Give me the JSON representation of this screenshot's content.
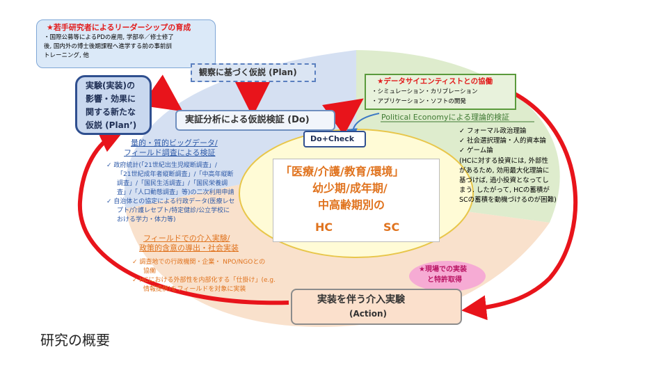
{
  "leadership": {
    "title": "★若手研究者によるリーダーシップの育成",
    "lines": [
      "・国際公募等によるPDの雇用, 学部卒／修士修了",
      "後, 国内外の博士後期課程へ進学する前の事前訓",
      "トレーニング, 他"
    ]
  },
  "plan_prime": {
    "lines": [
      "実験(実装)の",
      "影響・効果に",
      "関する新たな",
      "仮説 (Plan’)"
    ]
  },
  "plan": {
    "label": "観察に基づく仮説 (Plan)"
  },
  "do": {
    "label": "実証分析による仮説検証 (Do)"
  },
  "docheck": {
    "label": "Do+Check"
  },
  "data_scientist": {
    "title": "★データサイエンティストとの協働",
    "lines": [
      "・シミュレーション・カリブレーション",
      "・アプリケーション・ソフトの開発"
    ]
  },
  "political": {
    "title": "Political Economyによる理論的検証",
    "items": [
      "✓ フォーマル政治理論",
      "✓ 社会選択理論・人的資本論",
      "✓ ゲーム論"
    ],
    "note": [
      "(HCに対する投資には, 外部性",
      "があるため, 効用最大化理論に",
      "基づけば, 過小投資となってし",
      "まう. したがって, HCの蓄積が",
      "SCの蓄積を動機づけるのが困難)"
    ]
  },
  "bigdata": {
    "title_lines": [
      "量的・質的ビッグデータ/",
      "フィールド調査による検証"
    ],
    "lines": [
      "✓ 政府統計(「21世紀出生児縦断調査」/",
      "「21世紀成年者縦断調査」/「中高年縦断",
      "調査」/「国民生活調査」/「国民栄養調",
      "査」/「人口動態調査」等)の二次利用申請",
      "✓ 自治体との協定による行政データ(医療レセ",
      "プト/介護レセプト/特定健診/公立学校に",
      "おける学力・体力等)"
    ]
  },
  "center": {
    "lines": [
      "「医療/介護/教育/環境」",
      "幼少期/成年期/",
      "中高齢期別の"
    ],
    "hc": "HC",
    "sc": "SC"
  },
  "field": {
    "title_lines": [
      "フィールドでの介入実験/",
      "政策的含意の導出・社会実装"
    ],
    "lines": [
      "✓ 調査地での行政機関・企業・ NPO/NGOとの",
      "協働",
      "✓ HCにおける外部性を内部化する「仕掛け」(e.g.",
      "情報提供)をフィールドを対象に実装"
    ]
  },
  "patent": {
    "lines": [
      "★現場での実装",
      "と特許取得"
    ]
  },
  "action": {
    "lines": [
      "実装を伴う介入実験",
      "(Action)"
    ]
  },
  "caption": "研究の概要",
  "colors": {
    "arrow_red": "#e8141b",
    "blue_region": "#c7d6ee",
    "green_region": "#d8e9c4",
    "orange_region": "#f8d9bf",
    "yellow_ellipse": "#fffbd6",
    "dark_blue": "#2f4f8f",
    "plan_fill": "#dbe5f3",
    "action_fill": "#fbe0cc",
    "pink": "#f6a6d5"
  }
}
